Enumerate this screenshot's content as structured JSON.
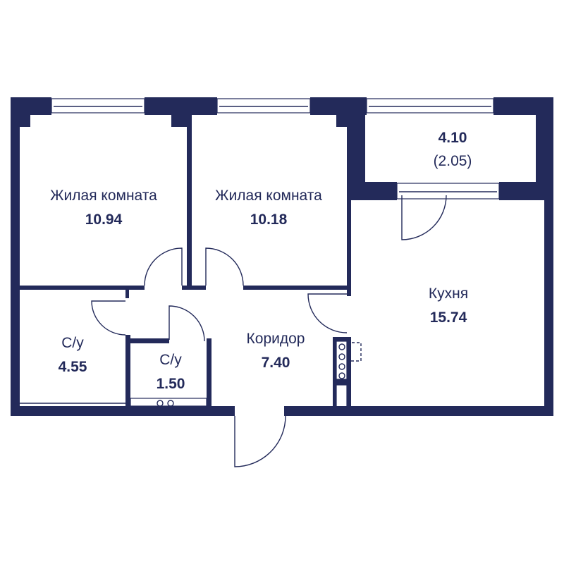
{
  "colors": {
    "wall": "#232a5a",
    "background": "#ffffff"
  },
  "rooms": [
    {
      "name": "Жилая комната",
      "area": "10.94"
    },
    {
      "name": "Жилая комната",
      "area": "10.18"
    },
    {
      "name": "",
      "area": "4.10",
      "area_secondary": "(2.05)"
    },
    {
      "name": "Кухня",
      "area": "15.74"
    },
    {
      "name": "Коридор",
      "area": "7.40"
    },
    {
      "name": "С/у",
      "area": "4.55"
    },
    {
      "name": "С/у",
      "area": "1.50"
    }
  ]
}
